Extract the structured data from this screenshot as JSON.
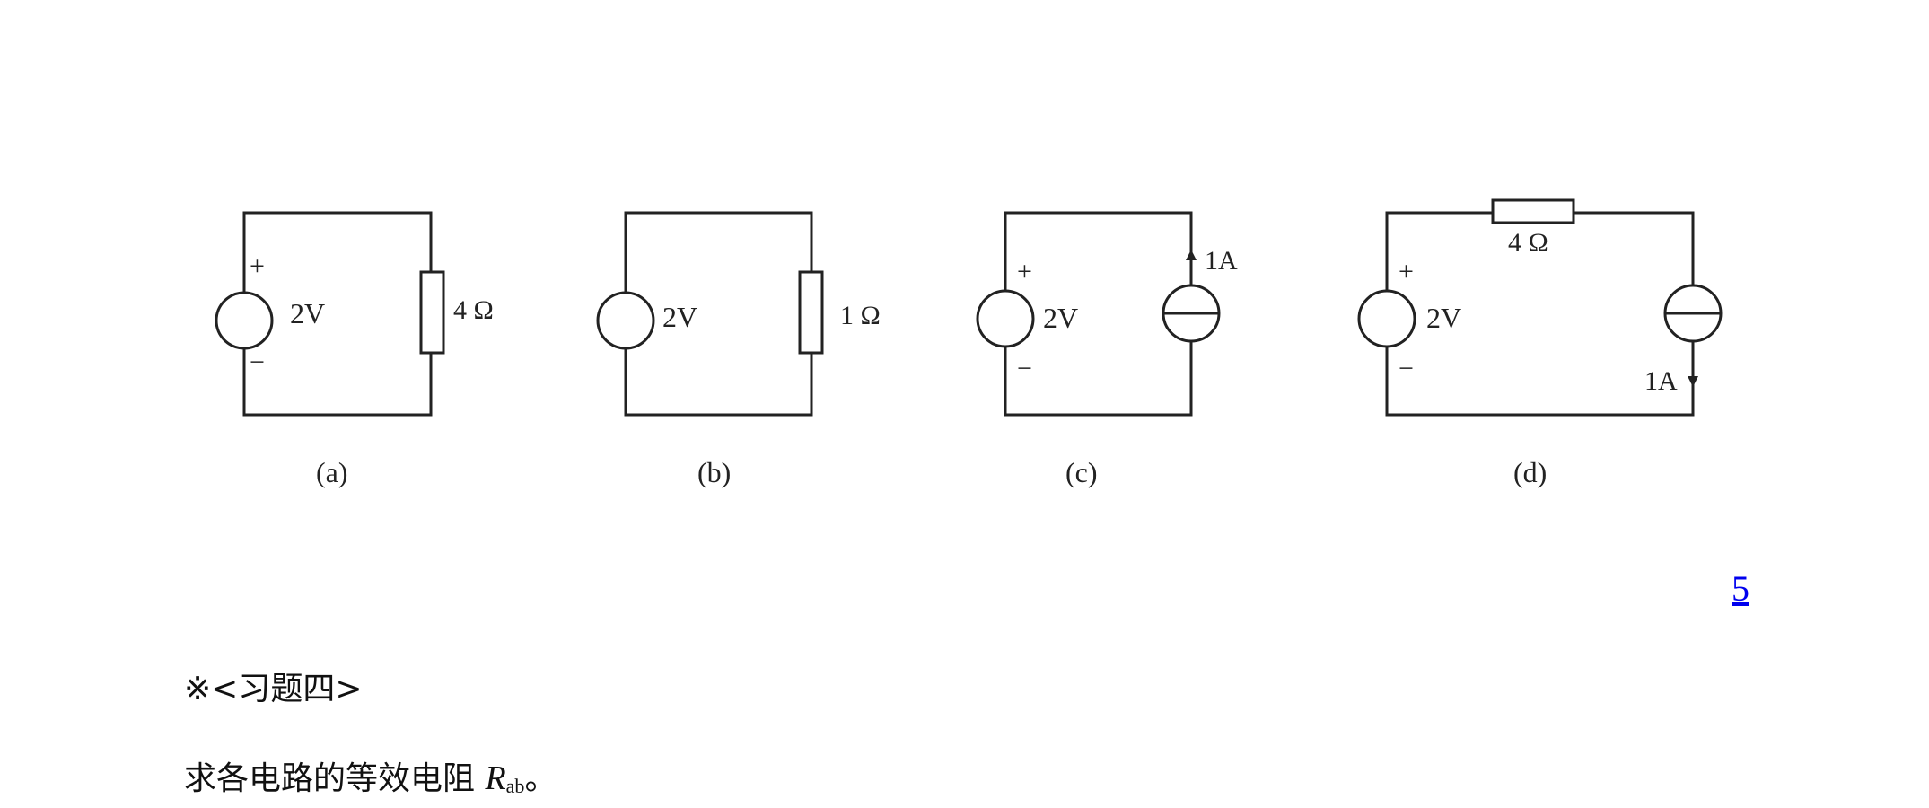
{
  "circuits": [
    {
      "caption": "(a)",
      "source": {
        "label": "2V",
        "plus": "+",
        "minus": "−"
      },
      "resistor": {
        "label": "4 Ω"
      }
    },
    {
      "caption": "(b)",
      "source": {
        "label": "2V"
      },
      "resistor": {
        "label": "1 Ω"
      }
    },
    {
      "caption": "(c)",
      "source": {
        "label": "2V",
        "plus": "+",
        "minus": "−"
      },
      "current_source": {
        "label": "1A"
      }
    },
    {
      "caption": "(d)",
      "source": {
        "label": "2V",
        "plus": "+",
        "minus": "−"
      },
      "resistor": {
        "label": "4 Ω"
      },
      "current_source": {
        "label": "1A"
      }
    }
  ],
  "page_link": "5",
  "exercise": {
    "title": "※<习题四>",
    "text": "求各电路的等效电阻 ",
    "symbol": "R",
    "subscript": "ab",
    "end": "。"
  }
}
